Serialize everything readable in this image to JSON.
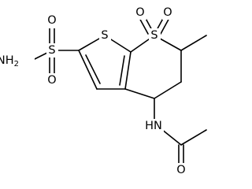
{
  "atoms": {
    "ring_S_thiophene": "S",
    "ring_S_sulfone": "S",
    "sulfone_O_left": "O",
    "sulfone_O_right": "O",
    "sulfonamide_S": "S",
    "sulfonamide_O_top": "O",
    "sulfonamide_O_bottom": "O",
    "amine_N": "NH",
    "amine_N_subscript": "2",
    "amide_N": "HN",
    "carbonyl_O": "O"
  }
}
